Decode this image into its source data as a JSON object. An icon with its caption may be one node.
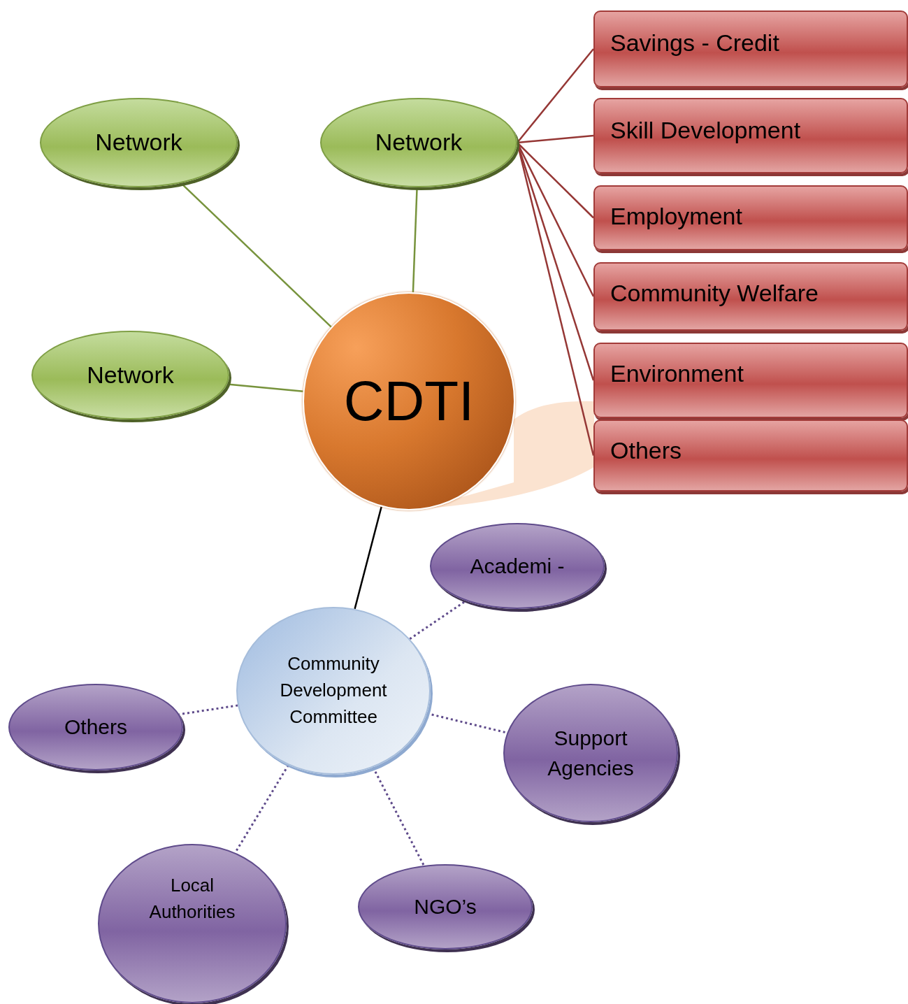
{
  "diagram": {
    "nodes": [
      {
        "text": [
          "Network"
        ]
      },
      {
        "text": [
          "Network"
        ]
      },
      {
        "text": [
          "Network"
        ]
      },
      {
        "text": [
          "CDTI"
        ]
      },
      {
        "text": [
          "Savings - Credit"
        ]
      },
      {
        "text": [
          "Skill Development"
        ]
      },
      {
        "text": [
          "Employment"
        ]
      },
      {
        "text": [
          "Community Welfare"
        ]
      },
      {
        "text": [
          "Environment"
        ]
      },
      {
        "text": [
          "Others"
        ]
      },
      {
        "text": [
          "Community Development Committee"
        ]
      },
      {
        "text": [
          "Academi -"
        ]
      },
      {
        "text": [
          "Others"
        ]
      },
      {
        "text": [
          "Support Agencies"
        ]
      },
      {
        "text": [
          "Local Authorities"
        ]
      },
      {
        "text": [
          "NGO’s"
        ]
      }
    ],
    "edges": [
      {
        "from": 0,
        "to": 3,
        "arrow": "none",
        "color": "#77933c"
      },
      {
        "from": 1,
        "to": 3,
        "arrow": "none",
        "color": "#77933c"
      },
      {
        "from": 2,
        "to": 3,
        "arrow": "none",
        "color": "#77933c"
      },
      {
        "from": 1,
        "to": 4,
        "arrow": "none"
      },
      {
        "from": 1,
        "to": 5,
        "arrow": "none"
      },
      {
        "from": 1,
        "to": 6,
        "arrow": "none"
      },
      {
        "from": 1,
        "to": 7,
        "arrow": "none"
      },
      {
        "from": 1,
        "to": 8,
        "arrow": "none"
      },
      {
        "from": 1,
        "to": 9,
        "arrow": "none"
      },
      {
        "from": 3,
        "to": 10,
        "arrow": "none",
        "color": "#000000"
      },
      {
        "from": 10,
        "to": 11,
        "arrow": "none",
        "style": "dashed",
        "color": "#5f4b8b"
      },
      {
        "from": 10,
        "to": 12,
        "arrow": "none",
        "style": "dashed",
        "color": "#5f4b8b"
      },
      {
        "from": 10,
        "to": 13,
        "arrow": "none",
        "style": "dashed",
        "color": "#5f4b8b"
      },
      {
        "from": 10,
        "to": 14,
        "arrow": "none",
        "style": "dashed",
        "color": "#5f4b8b"
      },
      {
        "from": 10,
        "to": 15,
        "arrow": "none",
        "style": "dashed",
        "color": "#5f4b8b"
      }
    ]
  }
}
